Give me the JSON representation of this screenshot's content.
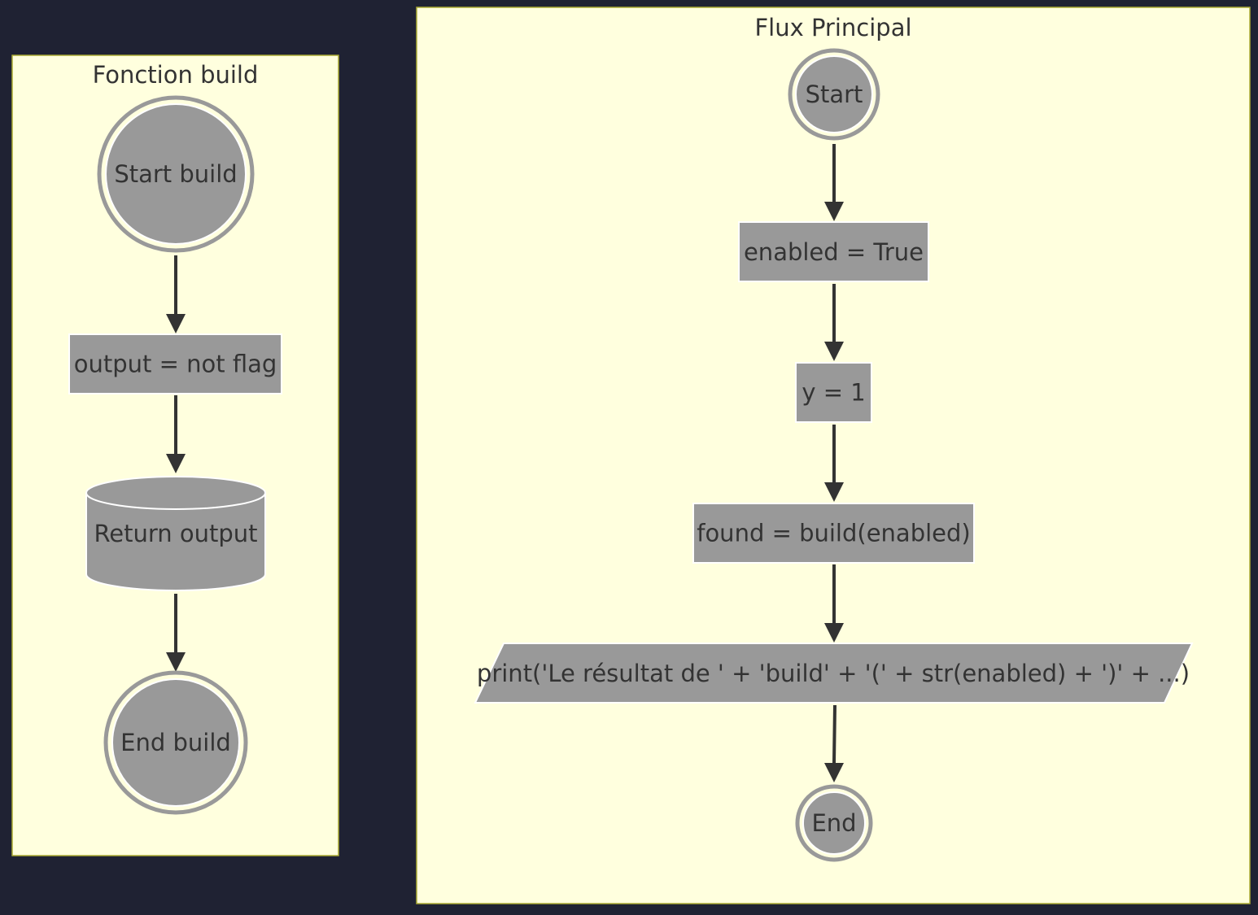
{
  "diagram": {
    "colors": {
      "background": "#1f2233",
      "cluster_fill": "#ffffde",
      "cluster_border": "#aaaa33",
      "node_fill": "#999999",
      "node_border": "#ffffff",
      "edge": "#333333",
      "text": "#333333"
    },
    "clusters": [
      {
        "id": "build",
        "title": "Fonction build",
        "nodes": [
          {
            "id": "start_build",
            "shape": "double-circle",
            "label": "Start build"
          },
          {
            "id": "output_assign",
            "shape": "rect",
            "label": "output = not flag"
          },
          {
            "id": "return_output",
            "shape": "cylinder",
            "label": "Return output"
          },
          {
            "id": "end_build",
            "shape": "double-circle",
            "label": "End build"
          }
        ],
        "edges": [
          {
            "from": "start_build",
            "to": "output_assign"
          },
          {
            "from": "output_assign",
            "to": "return_output"
          },
          {
            "from": "return_output",
            "to": "end_build"
          }
        ]
      },
      {
        "id": "main",
        "title": "Flux Principal",
        "nodes": [
          {
            "id": "start",
            "shape": "double-circle",
            "label": "Start"
          },
          {
            "id": "enabled_assign",
            "shape": "rect",
            "label": "enabled = True"
          },
          {
            "id": "y_assign",
            "shape": "rect",
            "label": "y = 1"
          },
          {
            "id": "found_assign",
            "shape": "rect",
            "label": "found = build(enabled)"
          },
          {
            "id": "print_stmt",
            "shape": "parallelogram",
            "label": "print('Le résultat de ' + 'build' + '(' + str(enabled) + ')' + ...)"
          },
          {
            "id": "end",
            "shape": "double-circle",
            "label": "End"
          }
        ],
        "edges": [
          {
            "from": "start",
            "to": "enabled_assign"
          },
          {
            "from": "enabled_assign",
            "to": "y_assign"
          },
          {
            "from": "y_assign",
            "to": "found_assign"
          },
          {
            "from": "found_assign",
            "to": "print_stmt"
          },
          {
            "from": "print_stmt",
            "to": "end"
          }
        ]
      }
    ]
  }
}
